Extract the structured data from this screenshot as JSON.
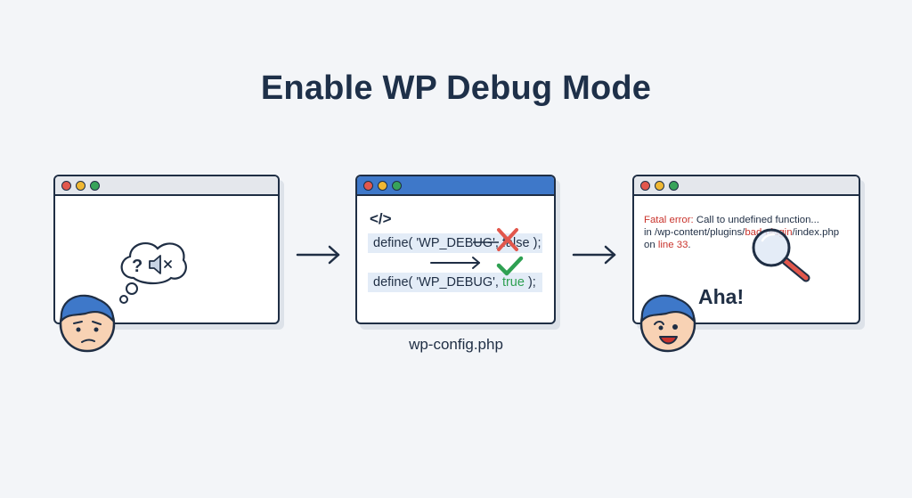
{
  "title": "Enable WP Debug Mode",
  "panel_before": {
    "thought_symbol": "?",
    "icon": "muted-speaker-icon"
  },
  "panel_config": {
    "code_tag": "</>",
    "line_false_prefix": "define( 'WP_DEBUG', ",
    "line_false_value": "false",
    "line_false_suffix": " );",
    "line_true_prefix": "define( 'WP_DEBUG', ",
    "line_true_value": "true",
    "line_true_suffix": " );",
    "caption": "wp-config.php"
  },
  "panel_after": {
    "error_label": "Fatal error:",
    "error_message": " Call to undefined function...",
    "path_prefix": "in /wp-content/plugins/",
    "path_plugin": "bad-plugin",
    "path_suffix": "/index.php",
    "line_prefix": "on ",
    "line_ref": "line 33",
    "line_suffix": ".",
    "exclamation": "Aha!"
  },
  "colors": {
    "accent_blue": "#3e78c9",
    "error_red": "#c9342d",
    "success_green": "#2ea052",
    "outline": "#1f2e44"
  }
}
